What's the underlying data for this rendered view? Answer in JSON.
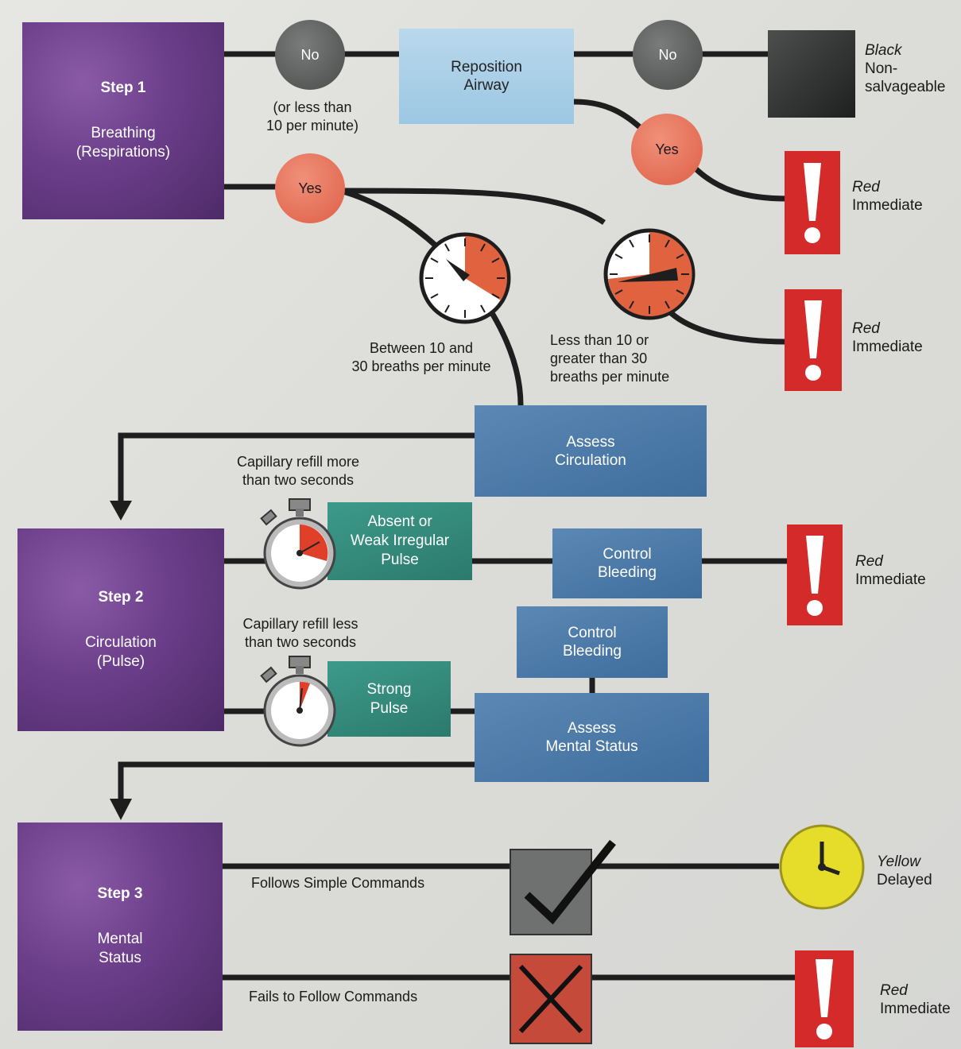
{
  "step1": {
    "title": "Step 1",
    "desc_line1": "Breathing",
    "desc_line2": "(Respirations)"
  },
  "step2": {
    "title": "Step 2",
    "desc_line1": "Circulation",
    "desc_line2": "(Pulse)"
  },
  "step3": {
    "title": "Step 3",
    "desc_line1": "Mental",
    "desc_line2": "Status"
  },
  "nodes": {
    "no1": "No",
    "no1_note_line1": "(or less than",
    "no1_note_line2": "10 per minute)",
    "yes1": "Yes",
    "reposition_line1": "Reposition",
    "reposition_line2": "Airway",
    "no2": "No",
    "yes2": "Yes",
    "assess_circ_line1": "Assess",
    "assess_circ_line2": "Circulation",
    "absent_line1": "Absent or",
    "absent_line2": "Weak Irregular",
    "absent_line3": "Pulse",
    "strong_line1": "Strong",
    "strong_line2": "Pulse",
    "control1_line1": "Control",
    "control1_line2": "Bleeding",
    "control2_line1": "Control",
    "control2_line2": "Bleeding",
    "assess_mental_line1": "Assess",
    "assess_mental_line2": "Mental Status"
  },
  "labels": {
    "between_line1": "Between 10 and",
    "between_line2": "30 breaths per minute",
    "lessgreater_line1": "Less than 10 or",
    "lessgreater_line2": "greater than 30",
    "lessgreater_line3": "breaths per minute",
    "cap_more_line1": "Capillary refill more",
    "cap_more_line2": "than two seconds",
    "cap_less_line1": "Capillary refill less",
    "cap_less_line2": "than two seconds",
    "follows": "Follows Simple Commands",
    "fails": "Fails to Follow Commands"
  },
  "outcomes": {
    "black": {
      "line1": "Black",
      "line2": "Non-",
      "line3": "salvageable"
    },
    "red1": {
      "line1": "Red",
      "line2": "Immediate"
    },
    "red2": {
      "line1": "Red",
      "line2": "Immediate"
    },
    "red3": {
      "line1": "Red",
      "line2": "Immediate"
    },
    "yellow": {
      "line1": "Yellow",
      "line2": "Delayed"
    },
    "red4": {
      "line1": "Red",
      "line2": "Immediate"
    }
  },
  "colors": {
    "red_tag": "#d42a2a",
    "yes_circle": "#e8765a",
    "no_circle": "#5d5f5e",
    "yellow": "#e6dd2a",
    "step_purple": "#6b3e8a",
    "line": "#1e1e1e"
  },
  "icons": [
    "stopwatch-icon",
    "clock-icon",
    "check-icon",
    "x-icon",
    "exclamation-icon"
  ]
}
